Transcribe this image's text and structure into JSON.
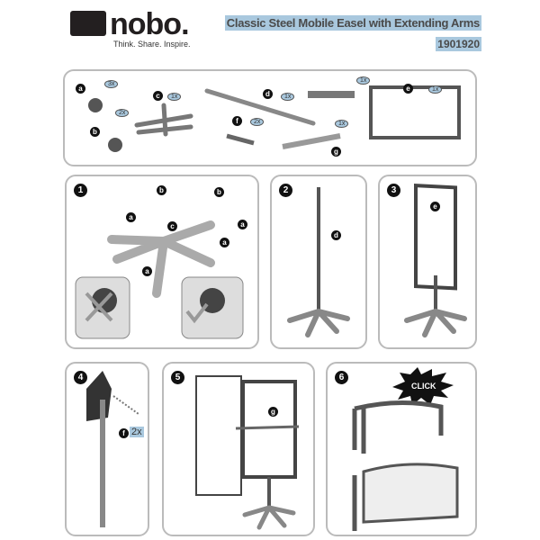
{
  "header": {
    "brand": "nobo.",
    "tagline": "Think. Share. Inspire.",
    "title": "Classic Steel Mobile Easel with Extending Arms",
    "product_code": "1901920"
  },
  "parts": [
    {
      "label": "a",
      "qty": "3x"
    },
    {
      "label": "b",
      "qty": "2x"
    },
    {
      "label": "c",
      "qty": "1x"
    },
    {
      "label": "d",
      "qty": "1x"
    },
    {
      "label": "f",
      "qty": "2x"
    },
    {
      "label": "",
      "qty": "1x"
    },
    {
      "label": "g",
      "qty": "1x"
    },
    {
      "label": "e",
      "qty": "1x"
    }
  ],
  "steps": [
    {
      "number": "1",
      "labels": [
        "b",
        "b",
        "c",
        "a",
        "a",
        "a",
        "a"
      ]
    },
    {
      "number": "2",
      "labels": [
        "d"
      ]
    },
    {
      "number": "3",
      "labels": [
        "e"
      ]
    },
    {
      "number": "4",
      "labels": [
        "f"
      ],
      "qty": "2x"
    },
    {
      "number": "5",
      "labels": [
        "g"
      ]
    },
    {
      "number": "6",
      "callout": "CLICK"
    }
  ],
  "colors": {
    "highlight": "#a9c8de",
    "ink": "#231f20",
    "border": "#bbbbbb"
  }
}
